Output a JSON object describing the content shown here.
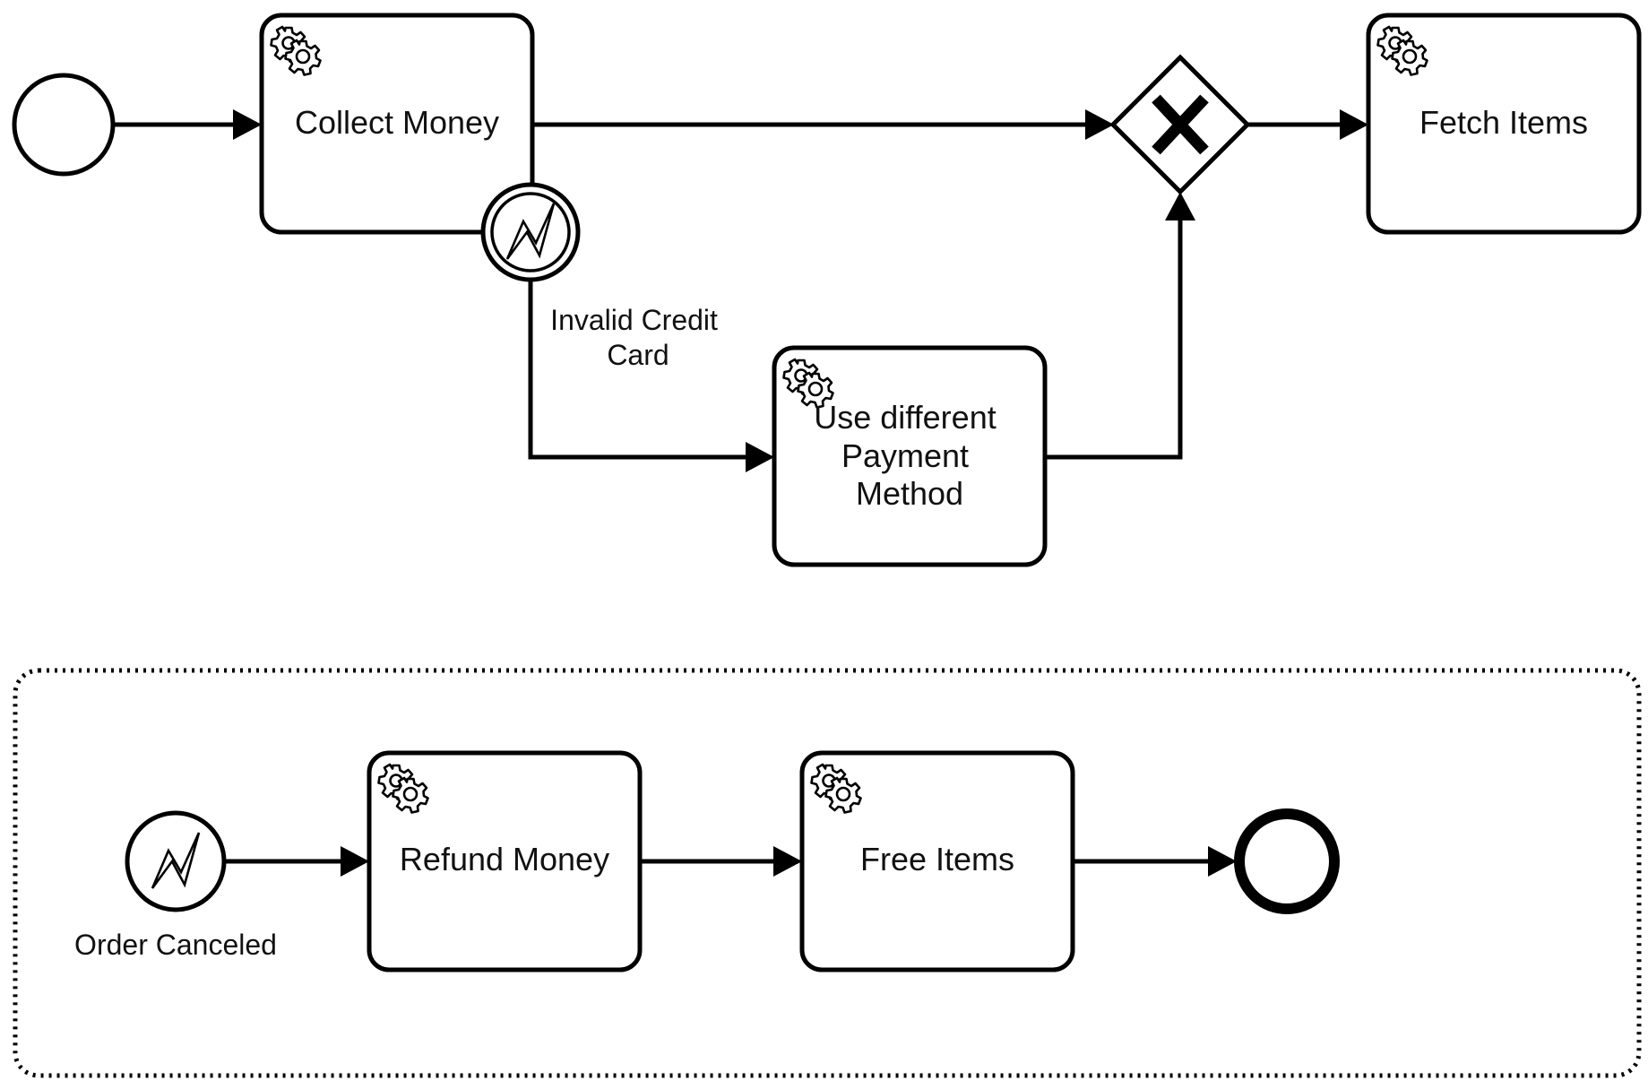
{
  "diagram": {
    "colors": {
      "stroke": "#000000",
      "fill": "#ffffff",
      "text": "#111111"
    },
    "tasks": {
      "collect_money": {
        "label": "Collect Money",
        "icon": "gear-icon"
      },
      "fetch_items": {
        "label": "Fetch Items",
        "icon": "gear-icon"
      },
      "use_different_payment": {
        "label": [
          "Use different",
          "Payment",
          "Method"
        ],
        "icon": "gear-icon"
      },
      "refund_money": {
        "label": "Refund Money",
        "icon": "gear-icon"
      },
      "free_items": {
        "label": "Free Items",
        "icon": "gear-icon"
      }
    },
    "gateway": {
      "type": "exclusive",
      "marker": "X"
    },
    "boundary_event": {
      "label": [
        "Invalid Credit",
        "Card"
      ],
      "icon": "lightning-icon"
    },
    "event_subprocess": {
      "start_event": {
        "label": "Order Canceled",
        "icon": "lightning-icon"
      }
    }
  }
}
